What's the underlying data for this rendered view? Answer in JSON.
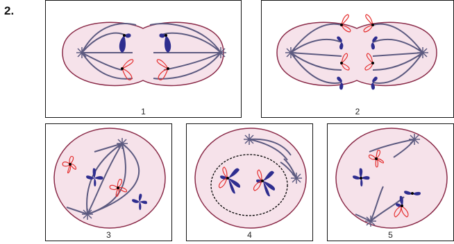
{
  "question_number": "2.",
  "panels": [
    {
      "label": "1"
    },
    {
      "label": "2"
    },
    {
      "label": "3"
    },
    {
      "label": "4"
    },
    {
      "label": "5"
    }
  ],
  "colors": {
    "cytoplasm": "#f6e2ea",
    "membrane": "#8a2a48",
    "spindle": "#5c5a80",
    "chromosome": "#2e2d8f",
    "chromatid_outline": "#e53030",
    "centromere": "#000000"
  }
}
